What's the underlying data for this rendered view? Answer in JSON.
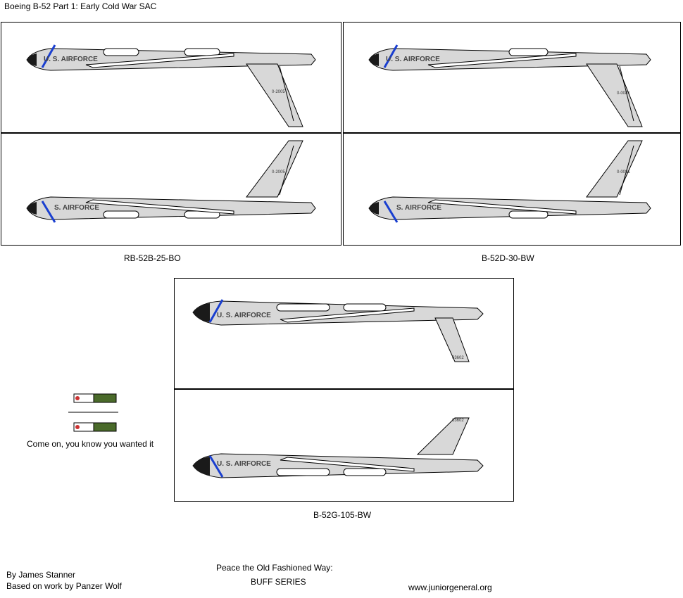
{
  "title": "Boeing B-52 Part 1: Early Cold War SAC",
  "panels": [
    {
      "caption": "RB-52B-25-BO",
      "top_label": "U. S. AIRFORCE",
      "bottom_label": "S. AIRFORCE",
      "tail_serial": "0-2005"
    },
    {
      "caption": "B-52D-30-BW",
      "top_label": "U. S. AIRFORCE",
      "bottom_label": "S. AIRFORCE",
      "tail_serial": "0-0081"
    },
    {
      "caption": "B-52G-105-BW",
      "top_label": "U. S. AIRFORCE",
      "bottom_label": "U. S. AIRFORCE",
      "tail_serial": "63602"
    }
  ],
  "bonus": {
    "caption": "Come on, you know you wanted it"
  },
  "credits": {
    "author": "By James Stanner",
    "based_on": "Based on work by Panzer Wolf",
    "series_title": "Peace the Old Fashioned Way:",
    "series_name": "BUFF SERIES",
    "website": "www.juniorgeneral.org"
  },
  "colors": {
    "fuselage": "#d8d8d8",
    "outline": "#000000",
    "stripe": "#1a3fd0",
    "nose": "#1a1a1a",
    "missile_body": "#4a6a2a"
  }
}
